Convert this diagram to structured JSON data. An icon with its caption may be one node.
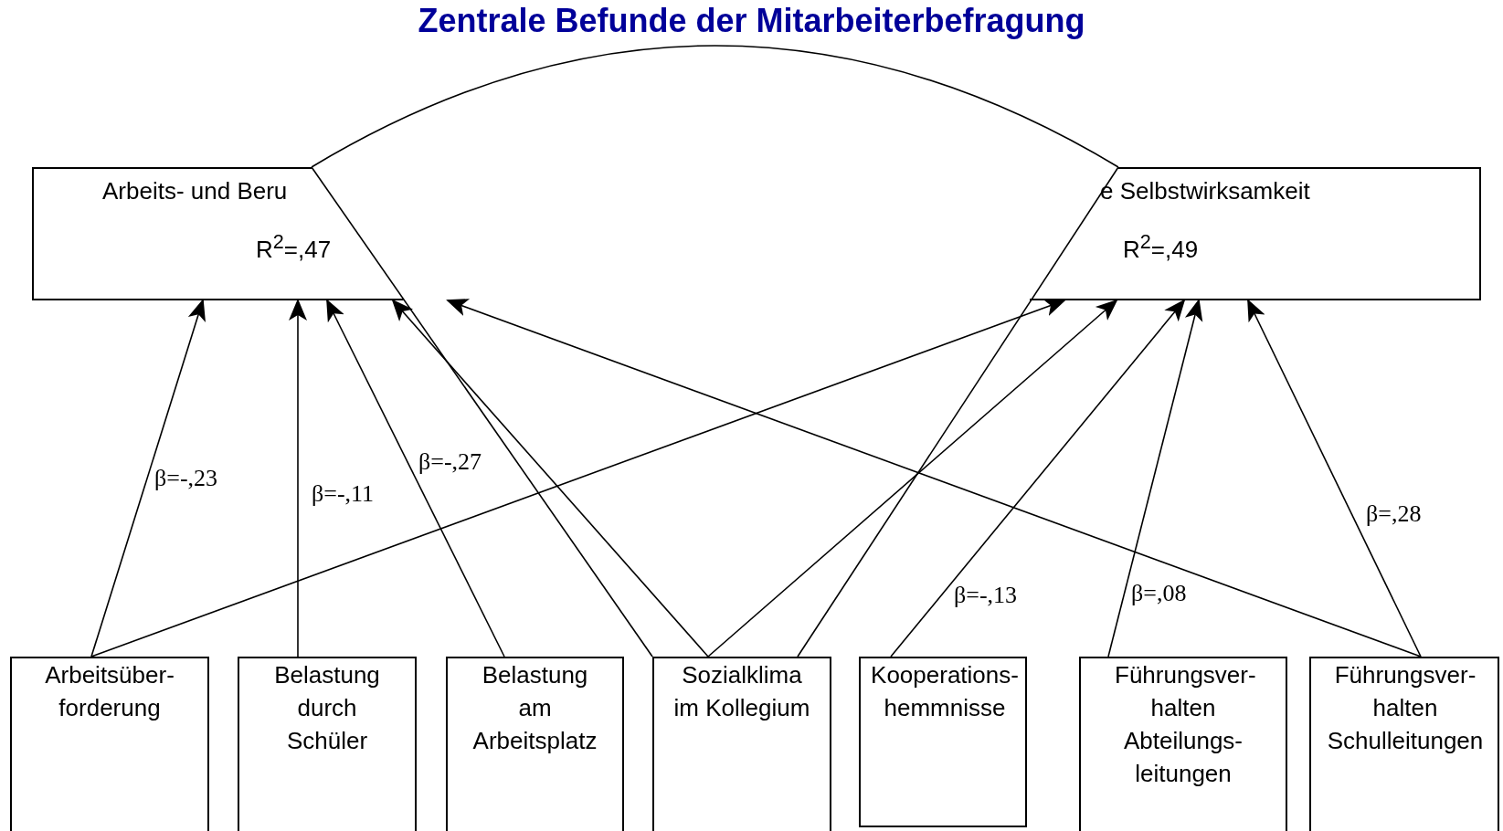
{
  "diagram": {
    "title": "Zentrale Befunde der Mitarbeiterbefragung",
    "nodes": [
      {
        "text": [
          "Arbeits- und Beru",
          "R$^{2}$=,47"
        ]
      },
      {
        "text": [
          "e Selbstwirksamkeit",
          "R$^{2}$=,49"
        ]
      },
      {
        "text": [
          "Arbeitsüber- forderung"
        ]
      },
      {
        "text": [
          "Belastung durch Schüler"
        ]
      },
      {
        "text": [
          "Belastung am Arbeitsplatz"
        ]
      },
      {
        "text": [
          "Sozialklima im Kollegium"
        ]
      },
      {
        "text": [
          "Kooperations- hemmnisse"
        ]
      },
      {
        "text": [
          "Führungsver- halten Abteilungs- leitungen"
        ]
      },
      {
        "text": [
          "Führungsver- halten Schulleitungen"
        ]
      }
    ],
    "edges": [
      {
        "from": 2,
        "to": 0,
        "arrow": "to",
        "label": "β=-,23"
      },
      {
        "from": 2,
        "to": 1,
        "arrow": "to"
      },
      {
        "from": 3,
        "to": 0,
        "arrow": "to",
        "label": "β=-,11"
      },
      {
        "from": 4,
        "to": 0,
        "arrow": "to",
        "label": "β=-,27"
      },
      {
        "from": 5,
        "to": 0,
        "arrow": "to"
      },
      {
        "from": 5,
        "to": 1,
        "arrow": "to"
      },
      {
        "from": 5,
        "to": 0,
        "arrow": "none"
      },
      {
        "from": 5,
        "to": 1,
        "arrow": "none"
      },
      {
        "from": 6,
        "to": 1,
        "arrow": "to",
        "label": "β=-,13"
      },
      {
        "from": 7,
        "to": 1,
        "arrow": "to",
        "label": "β=,08"
      },
      {
        "from": 8,
        "to": 1,
        "arrow": "to",
        "label": "β=,28"
      },
      {
        "from": 8,
        "to": 0,
        "arrow": "to"
      },
      {
        "from": 0,
        "to": 1,
        "arrow": "none"
      }
    ]
  }
}
